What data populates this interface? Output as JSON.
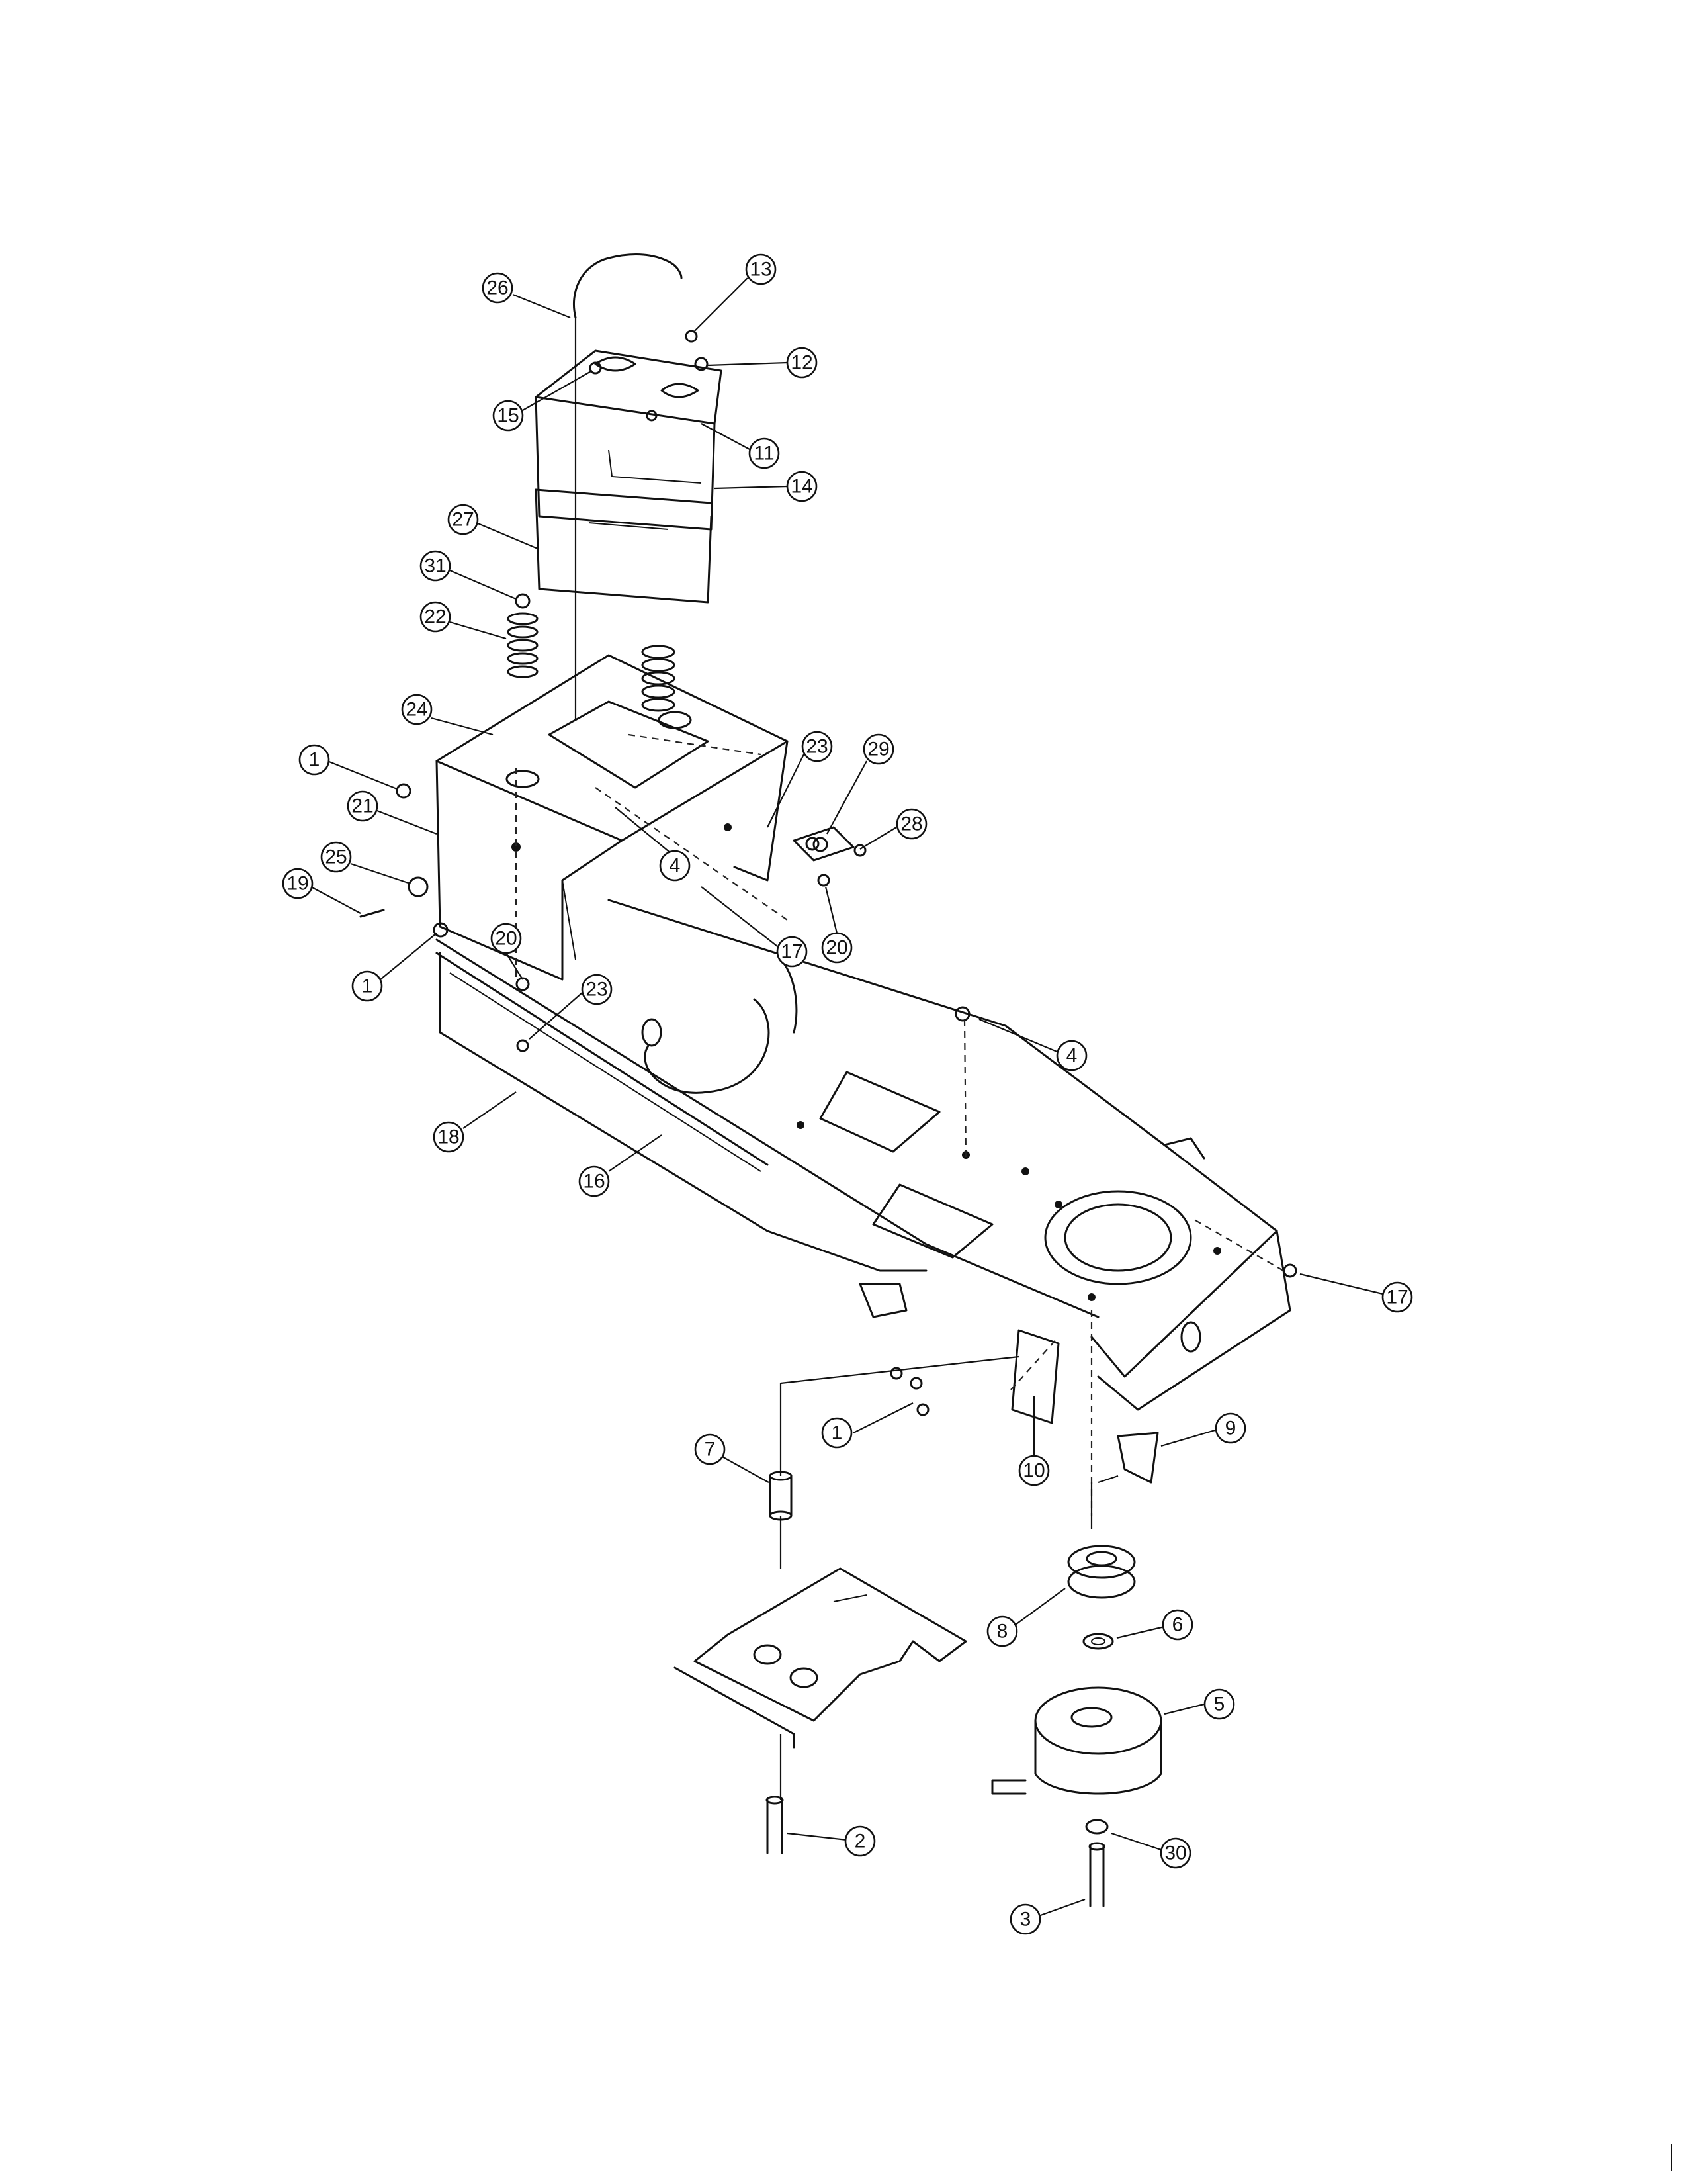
{
  "callouts": [
    {
      "id": "c1a",
      "label": "1"
    },
    {
      "id": "c1b",
      "label": "1"
    },
    {
      "id": "c1c",
      "label": "1"
    },
    {
      "id": "c2",
      "label": "2"
    },
    {
      "id": "c3",
      "label": "3"
    },
    {
      "id": "c4a",
      "label": "4"
    },
    {
      "id": "c4b",
      "label": "4"
    },
    {
      "id": "c5",
      "label": "5"
    },
    {
      "id": "c6",
      "label": "6"
    },
    {
      "id": "c7",
      "label": "7"
    },
    {
      "id": "c8",
      "label": "8"
    },
    {
      "id": "c9",
      "label": "9"
    },
    {
      "id": "c10",
      "label": "10"
    },
    {
      "id": "c11",
      "label": "11"
    },
    {
      "id": "c12",
      "label": "12"
    },
    {
      "id": "c13",
      "label": "13"
    },
    {
      "id": "c14",
      "label": "14"
    },
    {
      "id": "c15",
      "label": "15"
    },
    {
      "id": "c16",
      "label": "16"
    },
    {
      "id": "c17a",
      "label": "17"
    },
    {
      "id": "c17b",
      "label": "17"
    },
    {
      "id": "c18",
      "label": "18"
    },
    {
      "id": "c19",
      "label": "19"
    },
    {
      "id": "c20a",
      "label": "20"
    },
    {
      "id": "c20b",
      "label": "20"
    },
    {
      "id": "c21",
      "label": "21"
    },
    {
      "id": "c22",
      "label": "22"
    },
    {
      "id": "c23a",
      "label": "23"
    },
    {
      "id": "c23b",
      "label": "23"
    },
    {
      "id": "c24",
      "label": "24"
    },
    {
      "id": "c25",
      "label": "25"
    },
    {
      "id": "c26",
      "label": "26"
    },
    {
      "id": "c27",
      "label": "27"
    },
    {
      "id": "c28",
      "label": "28"
    },
    {
      "id": "c29",
      "label": "29"
    },
    {
      "id": "c30",
      "label": "30"
    },
    {
      "id": "c31",
      "label": "31"
    }
  ]
}
